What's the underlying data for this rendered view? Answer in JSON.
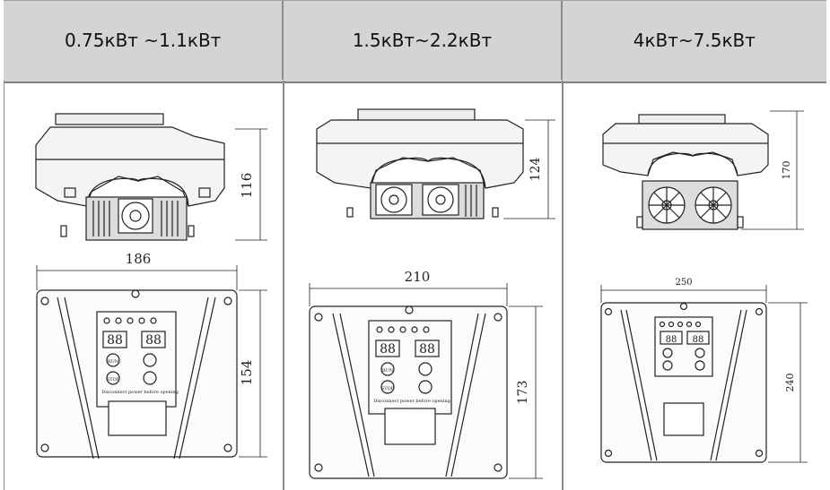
{
  "header": {
    "col1": "0.75кВт ~1.1кВт",
    "col2": "1.5кВт~2.2кВт",
    "col3": "4кВт~7.5кВт"
  },
  "drawings": {
    "col1": {
      "side_height": "116",
      "front_width": "186",
      "front_height": "154",
      "warning": "Disconnect power before opening",
      "keys": [
        "RUN",
        "STOP"
      ]
    },
    "col2": {
      "side_height": "124",
      "front_width": "210",
      "front_height": "173",
      "warning": "Disconnect power before opening",
      "keys": [
        "RUN",
        "STOP"
      ]
    },
    "col3": {
      "side_height": "170",
      "front_width": "250",
      "front_height": "240"
    }
  },
  "display_digits": "88"
}
